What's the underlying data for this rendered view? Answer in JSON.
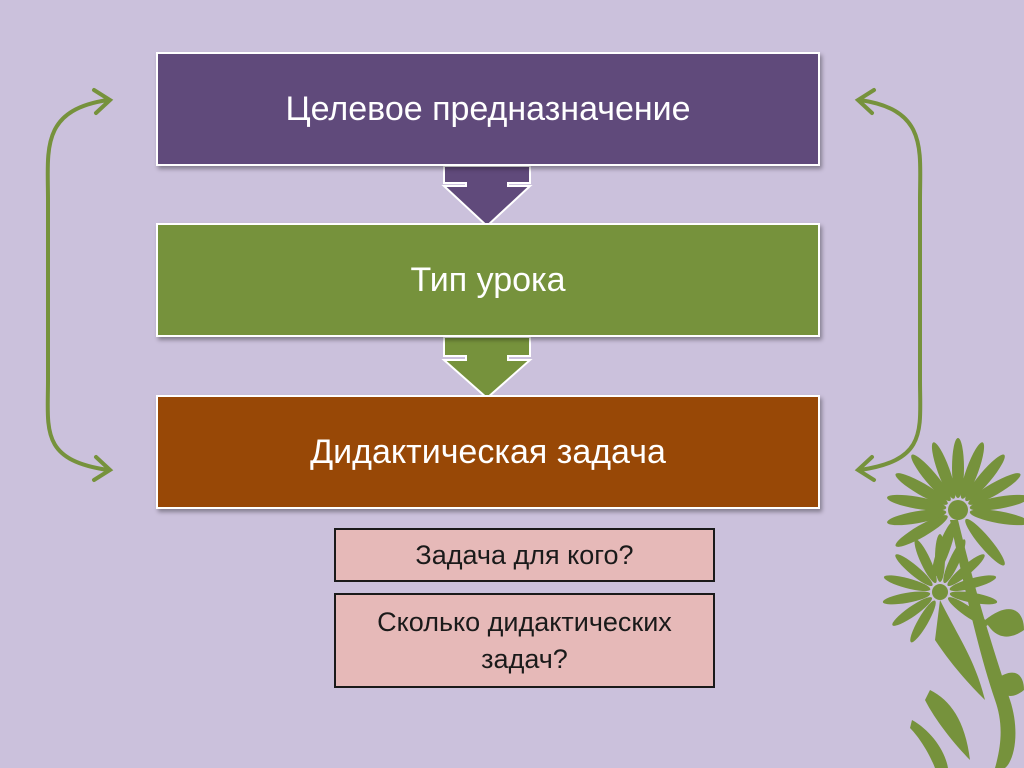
{
  "slide": {
    "background": "#cbc1dc",
    "steps": [
      {
        "label": "Целевое предназначение",
        "color": "#604a7b"
      },
      {
        "label": "Тип урока",
        "color": "#76923c"
      },
      {
        "label": "Дидактическая задача",
        "color": "#984806"
      }
    ],
    "notes": [
      {
        "label": "Задача для кого?"
      },
      {
        "label": "Сколько дидактических задач?"
      }
    ],
    "arrow_color": "#76923c",
    "decoration": "flower-icon"
  }
}
